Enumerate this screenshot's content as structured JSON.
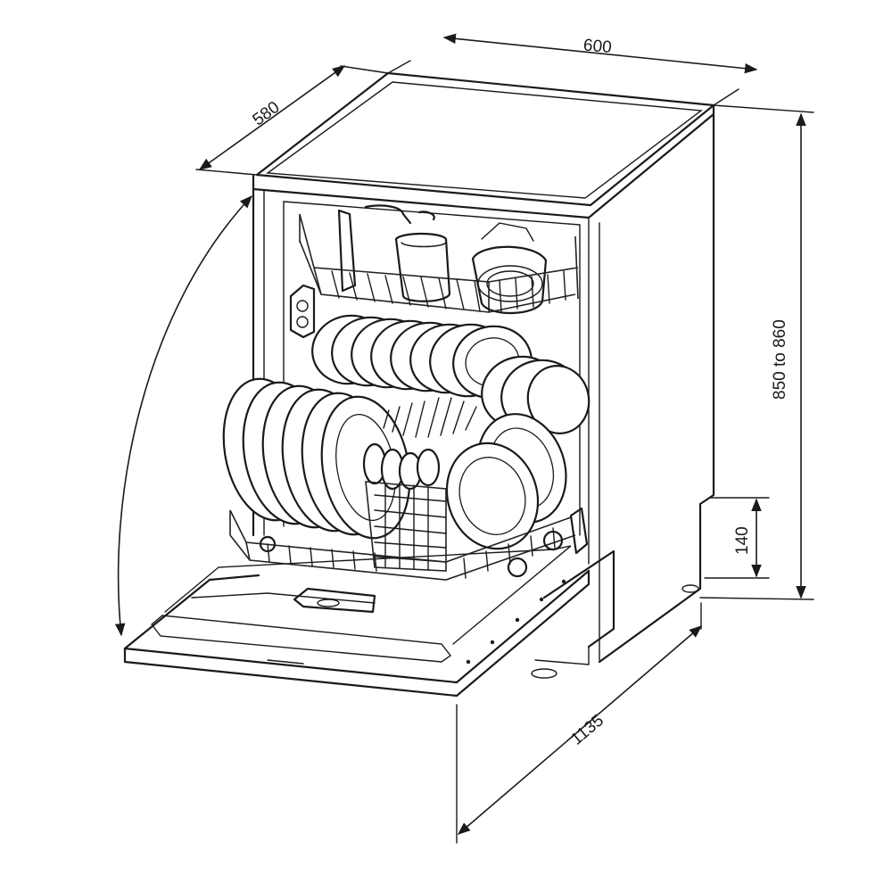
{
  "diagram": {
    "dimensions": {
      "width": "600",
      "depth": "580",
      "height": "850 to 860",
      "plinth": "140",
      "door_open_depth": "1135"
    }
  }
}
